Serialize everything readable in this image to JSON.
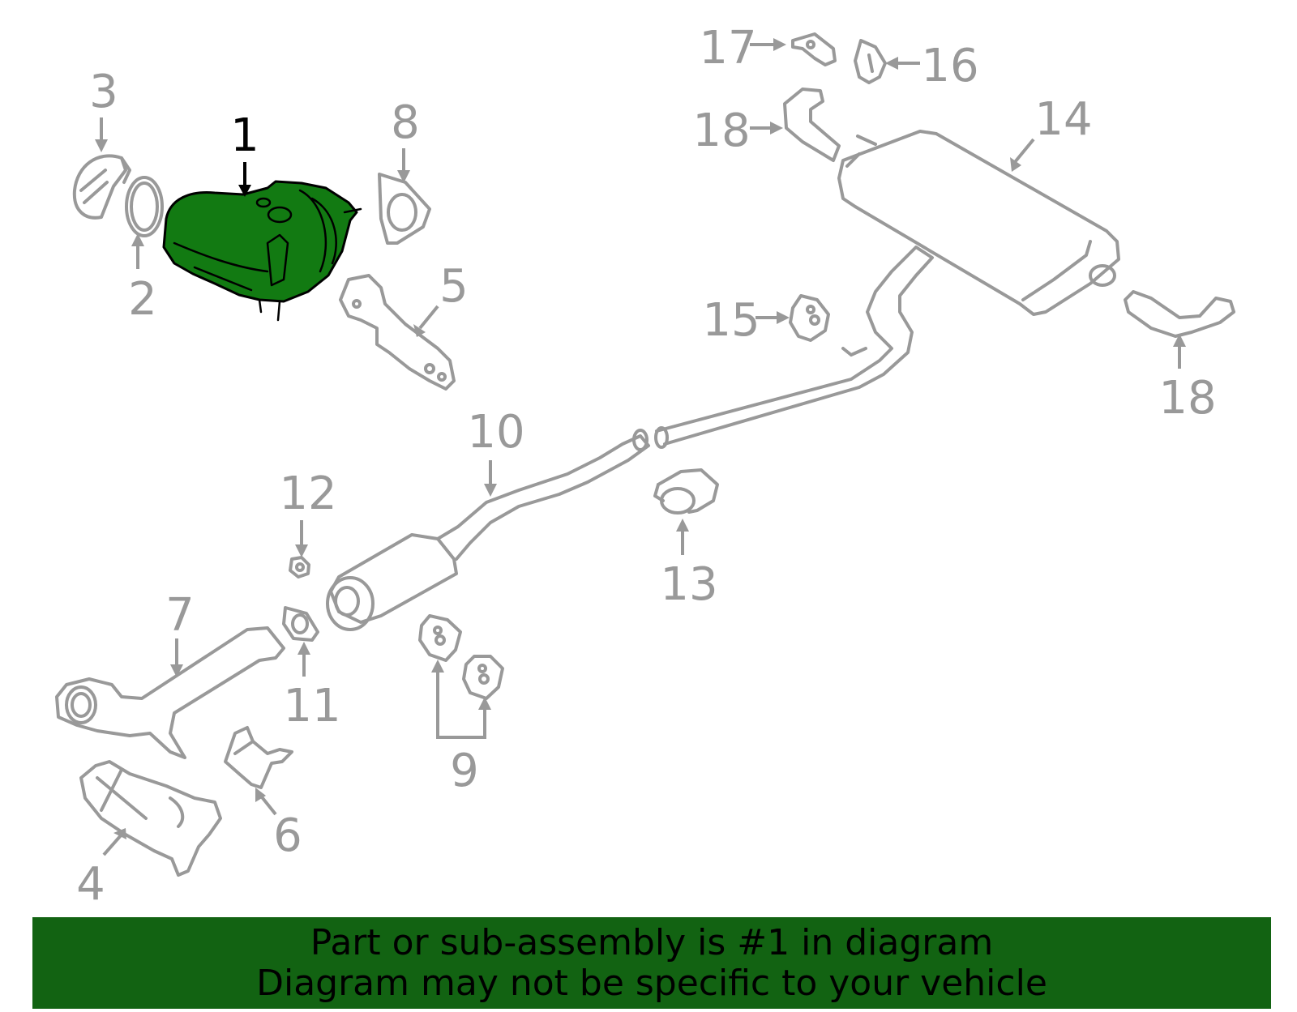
{
  "diagram": {
    "highlighted_part": "1",
    "colors": {
      "highlight_fill": "#127a12",
      "part_stroke": "#999999",
      "banner_bg": "#126312"
    },
    "callouts": [
      {
        "id": "c1",
        "label": "1"
      },
      {
        "id": "c2",
        "label": "2"
      },
      {
        "id": "c3",
        "label": "3"
      },
      {
        "id": "c4",
        "label": "4"
      },
      {
        "id": "c5",
        "label": "5"
      },
      {
        "id": "c6",
        "label": "6"
      },
      {
        "id": "c7",
        "label": "7"
      },
      {
        "id": "c8",
        "label": "8"
      },
      {
        "id": "c9",
        "label": "9"
      },
      {
        "id": "c10",
        "label": "10"
      },
      {
        "id": "c11",
        "label": "11"
      },
      {
        "id": "c12",
        "label": "12"
      },
      {
        "id": "c13",
        "label": "13"
      },
      {
        "id": "c14",
        "label": "14"
      },
      {
        "id": "c15",
        "label": "15"
      },
      {
        "id": "c16",
        "label": "16"
      },
      {
        "id": "c17",
        "label": "17"
      },
      {
        "id": "c18a",
        "label": "18"
      },
      {
        "id": "c18b",
        "label": "18"
      }
    ]
  },
  "banner": {
    "line1": "Part or sub-assembly is #1 in diagram",
    "line2": "Diagram may not be specific to your vehicle"
  }
}
